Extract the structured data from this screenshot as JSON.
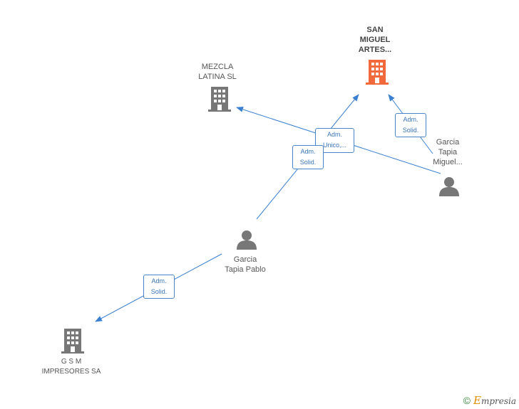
{
  "colors": {
    "edge": "#3a7fd0",
    "company": "#777777",
    "company_main": "#f26a3c",
    "person": "#777777"
  },
  "nodes": {
    "san_miguel": {
      "label_lines": [
        "SAN",
        "MIGUEL",
        "ARTES..."
      ],
      "icon": "building-icon"
    },
    "mezcla": {
      "label_lines": [
        "MEZCLA",
        "LATINA SL"
      ],
      "icon": "building-icon"
    },
    "garcia_miguel": {
      "label_lines": [
        "Garcia",
        "Tapia",
        "Miguel..."
      ],
      "icon": "person-icon"
    },
    "garcia_pablo": {
      "label_lines": [
        "Garcia",
        "Tapia Pablo"
      ],
      "icon": "person-icon"
    },
    "gsm": {
      "label_lines": [
        "G S M",
        "IMPRESORES SA"
      ],
      "icon": "building-icon"
    }
  },
  "edges": [
    {
      "id": "pablo-sanmiguel",
      "label_lines": [
        "Adm.",
        "Solid."
      ]
    },
    {
      "id": "miguel-mezcla",
      "label_lines": [
        "Adm.",
        "Unico,..."
      ]
    },
    {
      "id": "miguel-sanmiguel",
      "label_lines": [
        "Adm.",
        "Solid."
      ]
    },
    {
      "id": "pablo-gsm",
      "label_lines": [
        "Adm.",
        "Solid."
      ]
    }
  ],
  "footer": {
    "copyright": "©",
    "brand_initial": "E",
    "brand_rest": "mpresia"
  }
}
